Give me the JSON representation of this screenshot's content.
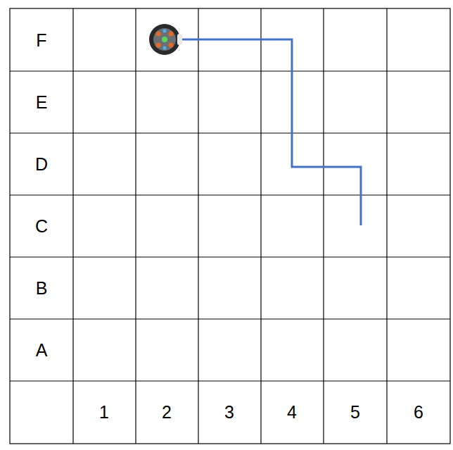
{
  "diagram": {
    "labels": [
      "F",
      "E",
      "D",
      "C",
      "B",
      "A",
      "1",
      "2",
      "3",
      "4",
      "5",
      "6"
    ]
  }
}
